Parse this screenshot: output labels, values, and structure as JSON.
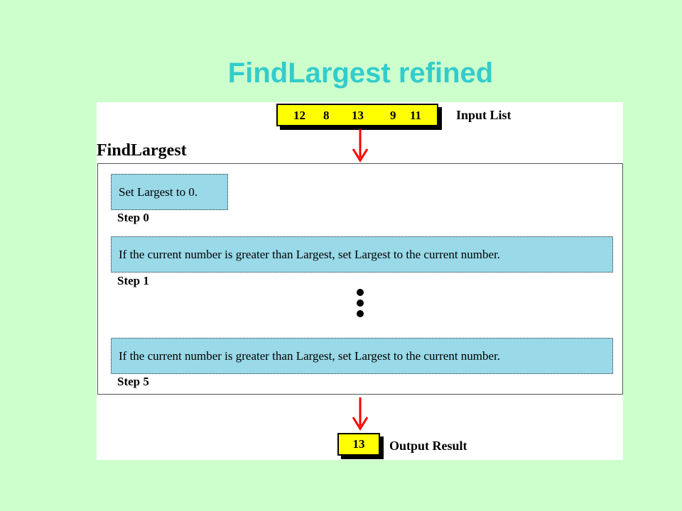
{
  "title": "FindLargest refined",
  "input": {
    "numbers": [
      "12",
      "8",
      "13",
      "9",
      "11"
    ],
    "label": "Input List"
  },
  "algorithm_label": "FindLargest",
  "steps": [
    {
      "text": "Set Largest to 0.",
      "label": "Step 0"
    },
    {
      "text": "If the current number is greater than Largest, set Largest to the current number.",
      "label": "Step 1"
    },
    {
      "text": "If the current number is greater than Largest, set Largest to the current number.",
      "label": "Step 5"
    }
  ],
  "output": {
    "value": "13",
    "label": "Output Result"
  },
  "colors": {
    "background": "#ccffcc",
    "title": "#33cccc",
    "number_box": "#ffff00",
    "step_box": "#99d9e8",
    "arrow": "#ff0000"
  }
}
